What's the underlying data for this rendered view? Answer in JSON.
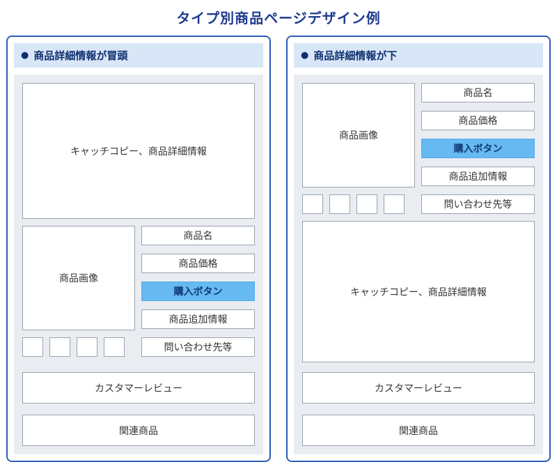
{
  "page_title": "タイプ別商品ページデザイン例",
  "colors": {
    "title_text": "#1e3a8f",
    "panel_border": "#2e5cb8",
    "header_bg": "#d8e6f8",
    "header_text": "#0e2f6e",
    "content_bg": "#e9edf1",
    "box_border": "#9aa2ac",
    "buy_button_bg": "#66b9f1",
    "buy_button_text": "#0e3a77"
  },
  "panels": [
    {
      "bullet": "●",
      "header": "商品詳細情報が冒頭",
      "thumbnail_count": 4,
      "boxes": {
        "catch_copy": "キャッチコピー、商品詳細情報",
        "product_image": "商品画像",
        "product_name": "商品名",
        "product_price": "商品価格",
        "buy_button": "購入ボタン",
        "additional_info": "商品追加情報",
        "contact": "問い合わせ先等",
        "reviews": "カスタマーレビュー",
        "related": "関連商品"
      }
    },
    {
      "bullet": "●",
      "header": "商品詳細情報が下",
      "thumbnail_count": 4,
      "boxes": {
        "catch_copy": "キャッチコピー、商品詳細情報",
        "product_image": "商品画像",
        "product_name": "商品名",
        "product_price": "商品価格",
        "buy_button": "購入ボタン",
        "additional_info": "商品追加情報",
        "contact": "問い合わせ先等",
        "reviews": "カスタマーレビュー",
        "related": "関連商品"
      }
    }
  ]
}
